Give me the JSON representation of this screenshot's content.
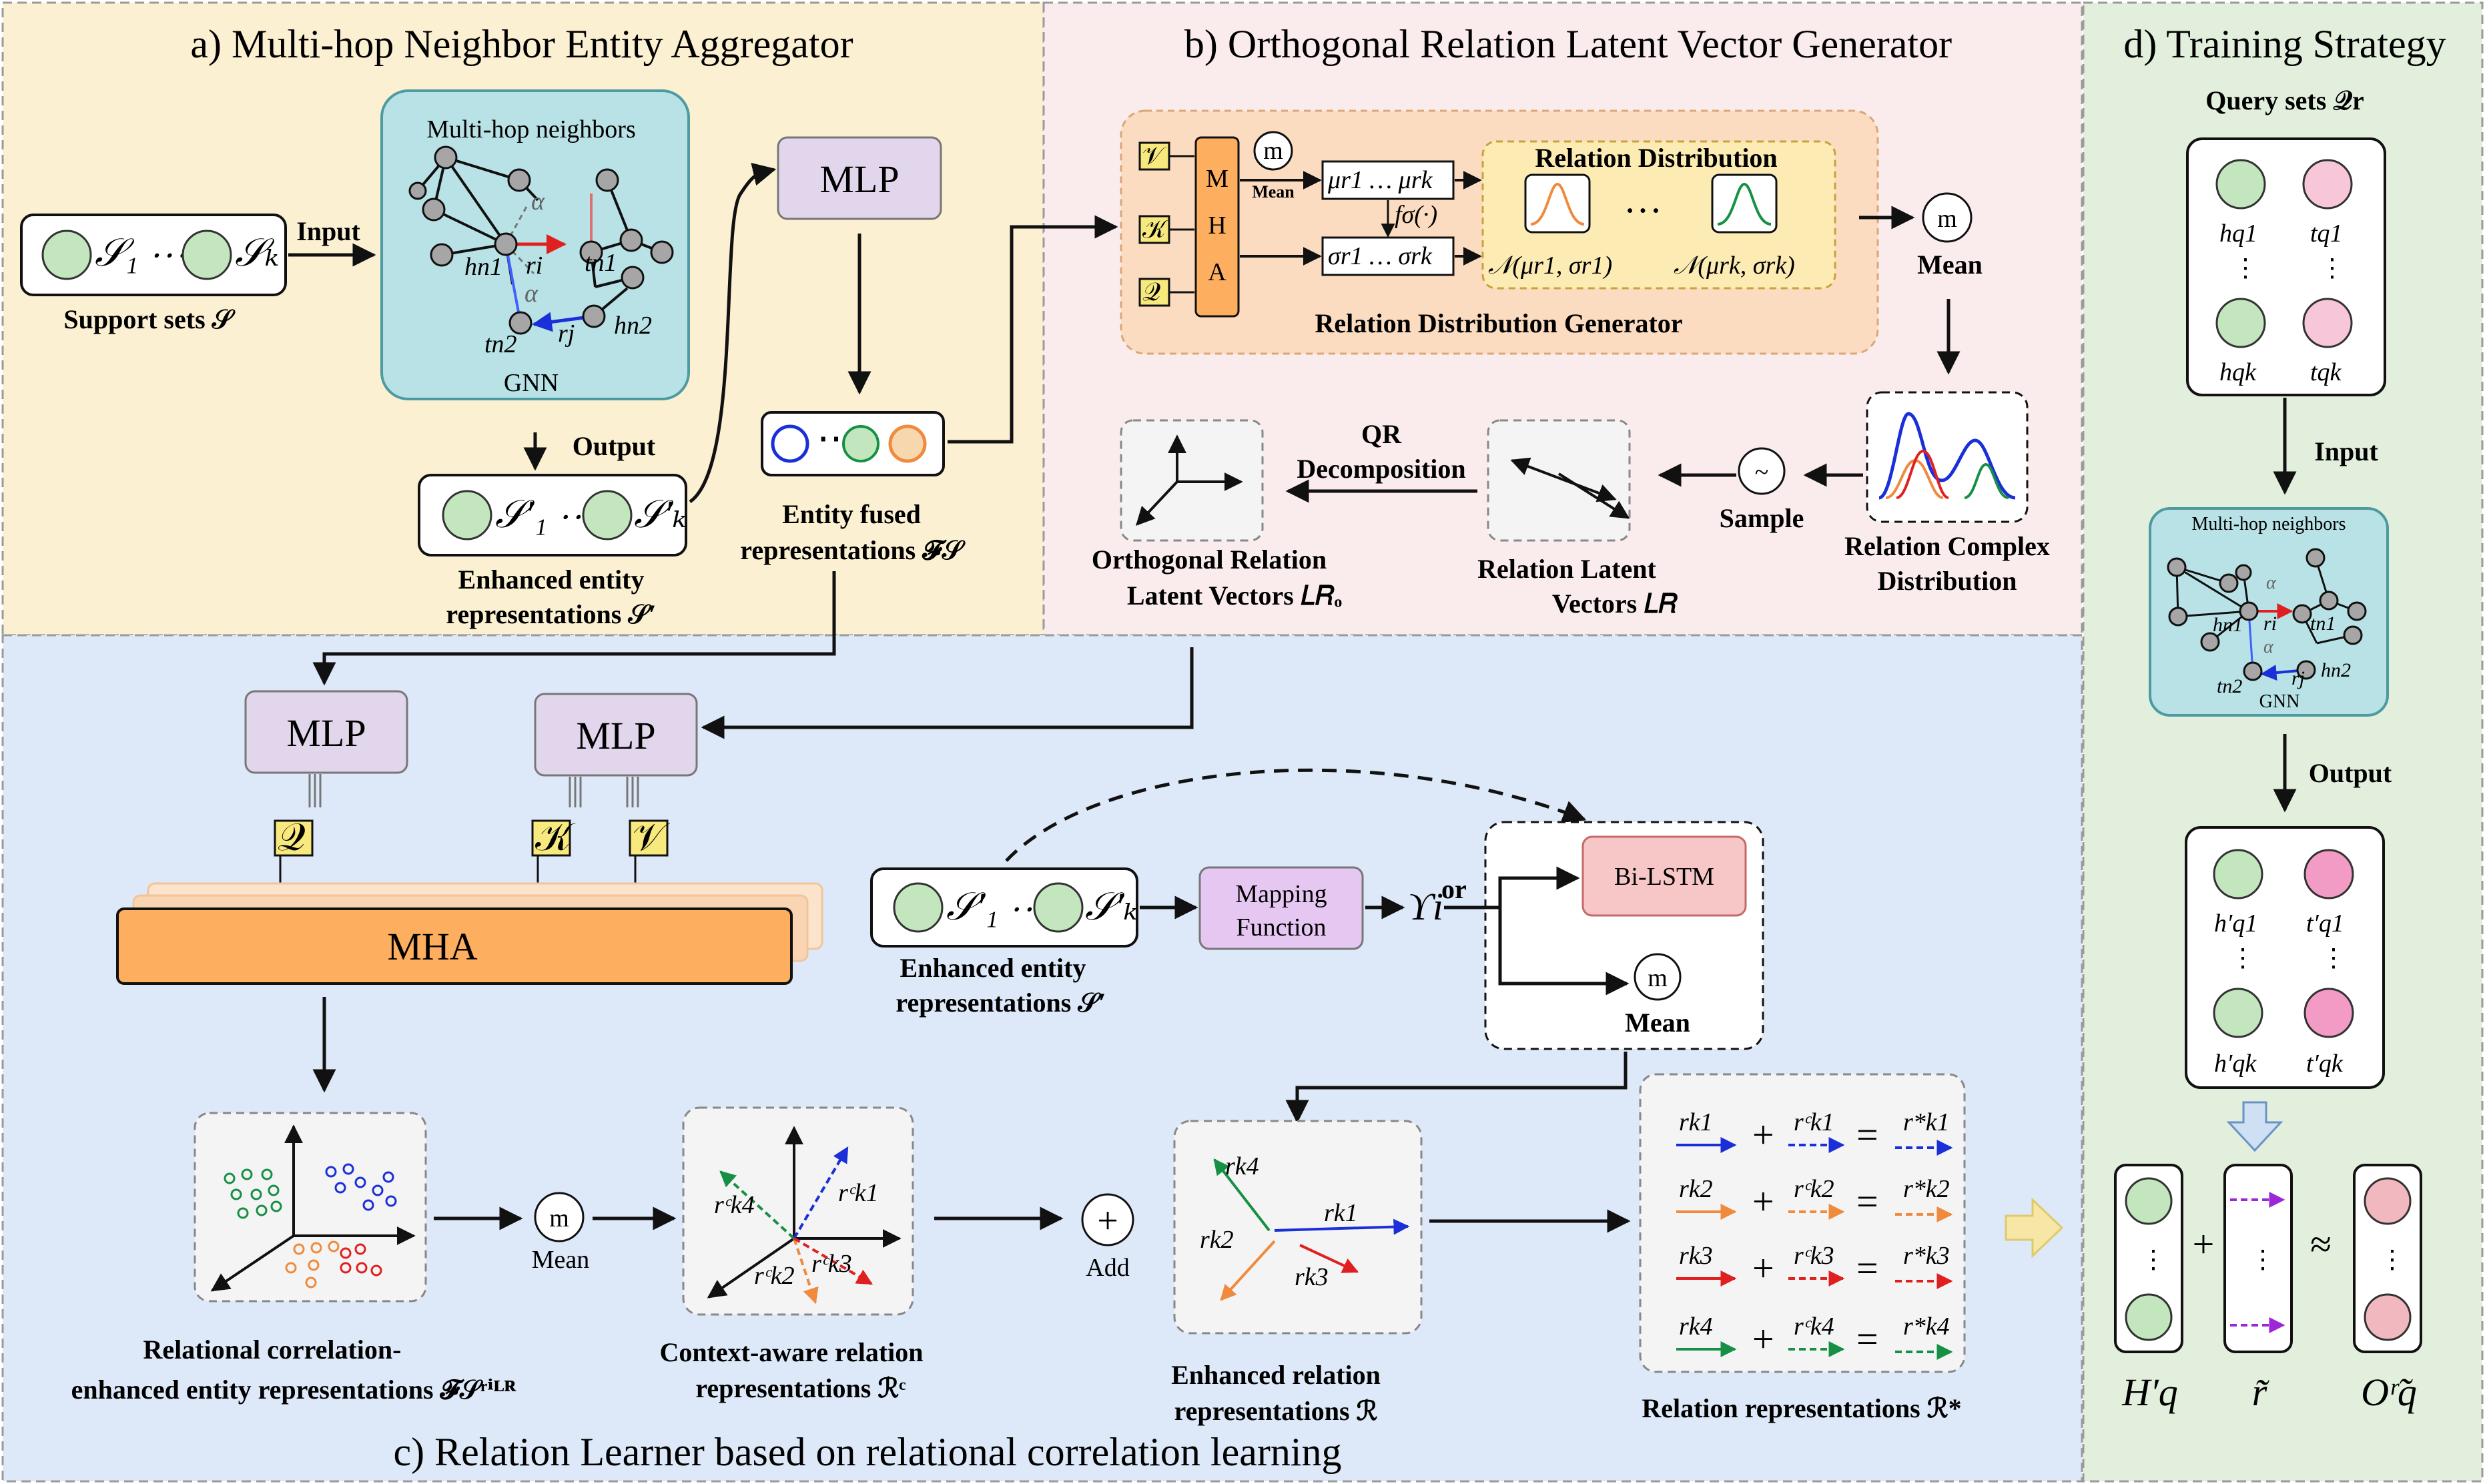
{
  "panels": {
    "a": {
      "title": "a) Multi-hop Neighbor Entity Aggregator"
    },
    "b": {
      "title": "b) Orthogonal Relation Latent Vector Generator"
    },
    "c": {
      "title": "c) Relation Learner based on relational correlation learning"
    },
    "d": {
      "title": "d) Training Strategy"
    }
  },
  "a": {
    "support_label": "Support sets 𝒮",
    "support_s1": "𝒮₁ ⋯",
    "support_sk": "𝒮ₖ",
    "input": "Input",
    "output": "Output",
    "gnn_title": "Multi-hop neighbors",
    "gnn_label": "GNN",
    "node_hn1": "hn1",
    "node_tn1": "tn1",
    "node_tn2": "tn2",
    "node_hn2": "hn2",
    "rel_ri": "ri",
    "rel_rj": "rj",
    "alpha": "α",
    "enh_s1": "𝒮′₁ ⋯",
    "enh_sk": "𝒮′ₖ",
    "enh_label_1": "Enhanced entity",
    "enh_label_2": "representations 𝒮′",
    "mlp": "MLP",
    "fused_label_1": "Entity fused",
    "fused_label_2": "representations 𝓕𝒮"
  },
  "b": {
    "mha": "M H A",
    "m": "m",
    "mean_small": "Mean",
    "mu": "μr1 … μrk",
    "sigma": "σr1 … σrk",
    "f_sigma": "fσ(·)",
    "rel_dist_title": "Relation Distribution",
    "dots": "…",
    "n1": "𝒩(μr1, σr1)",
    "nk": "𝒩(μrk, σrk)",
    "generator_label": "Relation Distribution Generator",
    "mean": "Mean",
    "complex_1": "Relation Complex",
    "complex_2": "Distribution",
    "sample": "Sample",
    "tilde": "~",
    "latent_1": "Relation Latent",
    "latent_2": "Vectors 𝐿𝑅",
    "qr_1": "QR",
    "qr_2": "Decomposition",
    "ortho_1": "Orthogonal Relation",
    "ortho_2": "Latent Vectors  𝐿𝑅ₒ",
    "q": "𝒬",
    "k": "𝒦",
    "v": "𝒱"
  },
  "c": {
    "mlp": "MLP",
    "mha": "MHA",
    "enh_s1": "𝒮′₁ ⋯",
    "enh_sk": "𝒮′ₖ",
    "enh_label_1": "Enhanced entity",
    "enh_label_2": "representations 𝒮′",
    "mapping_1": "Mapping",
    "mapping_2": "Function",
    "upsilon": "ϒi",
    "or": "or",
    "bilstm": "Bi-LSTM",
    "m": "m",
    "mean": "Mean",
    "add": "Add",
    "plus": "+",
    "relcorr_1": "Relational correlation-",
    "relcorr_2": "enhanced entity representations 𝓕𝒮ʳⁱᴸᴿ",
    "ctx_1": "Context-aware relation",
    "ctx_2": "representations ℛᶜ",
    "enhrel_1": "Enhanced relation",
    "enhrel_2": "representations ℛ",
    "relrep": "Relation representations ℛ*",
    "ctx_labels": [
      "rᶜk4",
      "rᶜk1",
      "rᶜk2",
      "rᶜk3"
    ],
    "enh_labels": [
      "rk4",
      "rk1",
      "rk2",
      "rk3"
    ],
    "eq_rows": [
      {
        "r": "rk1",
        "rc": "rᶜk1",
        "rs": "r*k1"
      },
      {
        "r": "rk2",
        "rc": "rᶜk2",
        "rs": "r*k2"
      },
      {
        "r": "rk3",
        "rc": "rᶜk3",
        "rs": "r*k3"
      },
      {
        "r": "rk4",
        "rc": "rᶜk4",
        "rs": "r*k4"
      }
    ],
    "eq": "="
  },
  "d": {
    "query_label": "Query sets 𝒬r",
    "hq1": "hq1",
    "tq1": "tq1",
    "hqk": "hqk",
    "tqk": "tqk",
    "vdots": "⋮",
    "input": "Input",
    "output": "Output",
    "gnn_title": "Multi-hop neighbors",
    "gnn_label": "GNN",
    "hq1p": "h′q1",
    "tq1p": "t′q1",
    "hqkp": "h′qk",
    "tqkp": "t′qk",
    "plus": "+",
    "approx": "≈",
    "Hq": "H′q",
    "rtilde": "r̃",
    "Oq": "Oʳ̃q"
  },
  "colors": {
    "green_node": "#c3e6bf",
    "pink_node": "#f7c6d8",
    "red_node": "#f2b8c0",
    "panel_a": "#fcf0d2",
    "panel_b": "#faecec",
    "panel_c": "#dde9f9",
    "panel_d": "#e2efdd",
    "gnn_bg": "#b8e2e6",
    "mlp": "#e2d6ec",
    "mha": "#fdae5e",
    "mapping": "#e5c7f2",
    "bilstm": "#f6c7c6"
  }
}
